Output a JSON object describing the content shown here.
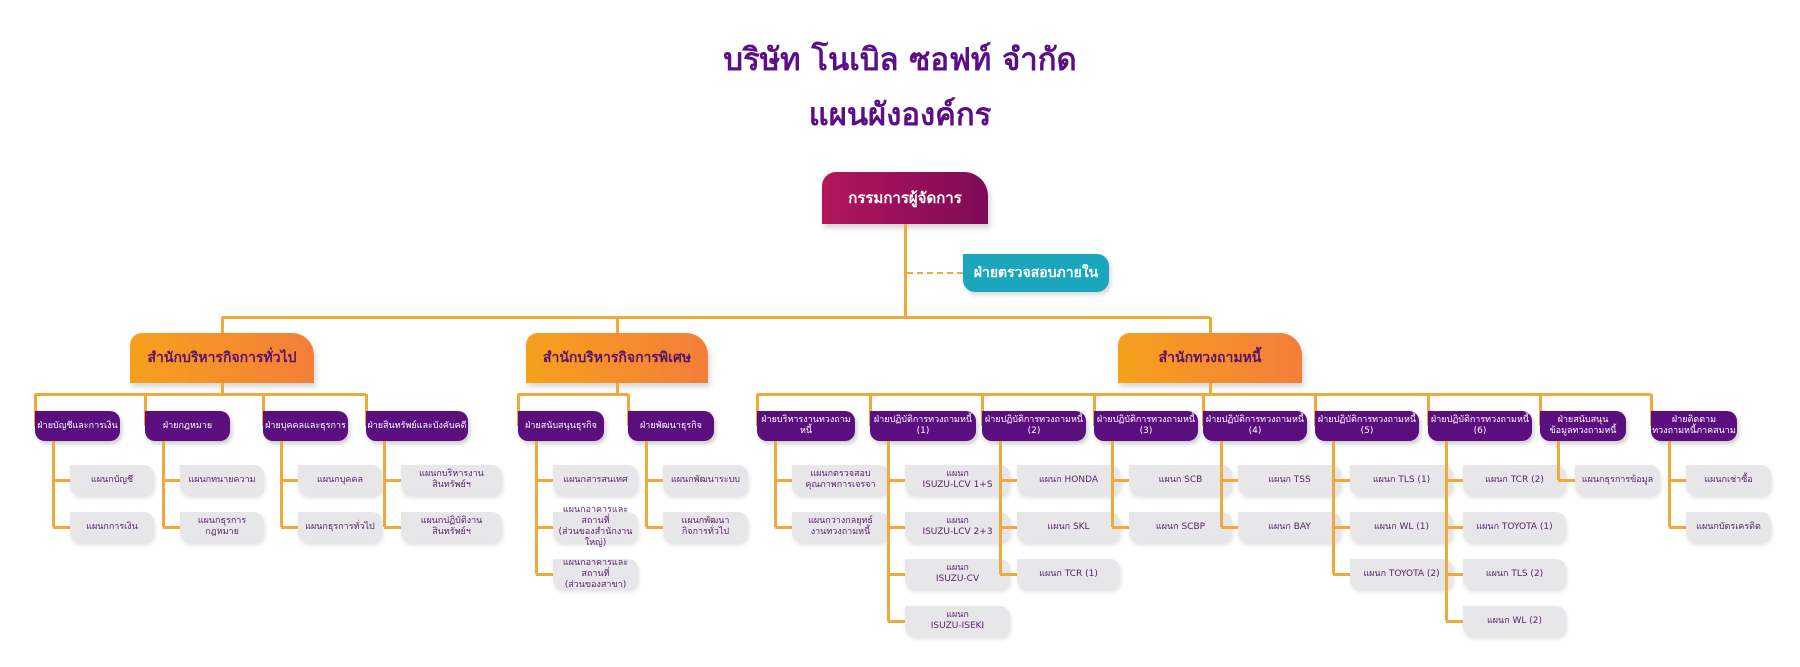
{
  "header": {
    "company": "บริษัท โนเบิล ซอฟท์ จำกัด",
    "subtitle": "แผนผังองค์กร"
  },
  "colors": {
    "line": "#f2a93b",
    "title": "#5a0f86",
    "top": "#a6125d",
    "audit": "#1aa7bd",
    "office": "#f6951f",
    "division": "#5b0e7e",
    "department": "#e7e7e9"
  },
  "org": {
    "top": "กรรมการผู้จัดการ",
    "audit": "ฝ่ายตรวจสอบภายใน",
    "offices": [
      {
        "name": "สำนักบริหารกิจการทั่วไป",
        "divisions": [
          {
            "name": "ฝ่ายบัญชีและการเงิน",
            "departments": [
              "แผนกบัญชี",
              "แผนกการเงิน"
            ]
          },
          {
            "name": "ฝ่ายกฎหมาย",
            "departments": [
              "แผนกทนายความ",
              "แผนกธุรการ\nกฎหมาย"
            ]
          },
          {
            "name": "ฝ่ายบุคคลและธุรการ",
            "departments": [
              "แผนกบุคคล",
              "แผนกธุรการทั่วไป"
            ]
          },
          {
            "name": "ฝ่ายสินทรัพย์และบังคับคดี",
            "departments": [
              "แผนกบริหารงาน\nสินทรัพย์ฯ",
              "แผนกปฏิบัติงาน\nสินทรัพย์ฯ"
            ]
          }
        ]
      },
      {
        "name": "สำนักบริหารกิจการพิเศษ",
        "divisions": [
          {
            "name": "ฝ่ายสนับสนุนธุรกิจ",
            "departments": [
              "แผนกสารสนเทศ",
              "แผนกอาคารและสถานที่\n(ส่วนของสำนักงานใหญ่)",
              "แผนกอาคารและสถานที่\n(ส่วนของสาขา)"
            ]
          },
          {
            "name": "ฝ่ายพัฒนาธุรกิจ",
            "departments": [
              "แผนกพัฒนาระบบ",
              "แผนกพัฒนา\nกิจการทั่วไป"
            ]
          }
        ]
      },
      {
        "name": "สำนักทวงถามหนี้",
        "divisions": [
          {
            "name": "ฝ่ายบริหารงานทวงถามหนี้",
            "departments": [
              "แผนกตรวจสอบ\nคุณภาพการเจรจา",
              "แผนกวางกลยุทธ์\nงานทวงถามหนี้"
            ]
          },
          {
            "name": "ฝ่ายปฏิบัติการทวงถามหนี้ (1)",
            "departments": [
              "แผนก\nISUZU-LCV 1+S",
              "แผนก\nISUZU-LCV 2+3",
              "แผนก\nISUZU-CV",
              "แผนก\nISUZU-ISEKI"
            ]
          },
          {
            "name": "ฝ่ายปฏิบัติการทวงถามหนี้ (2)",
            "departments": [
              "แผนก HONDA",
              "แผนก SKL",
              "แผนก TCR (1)"
            ]
          },
          {
            "name": "ฝ่ายปฏิบัติการทวงถามหนี้ (3)",
            "departments": [
              "แผนก SCB",
              "แผนก SCBP"
            ]
          },
          {
            "name": "ฝ่ายปฏิบัติการทวงถามหนี้ (4)",
            "departments": [
              "แผนก TSS",
              "แผนก BAY"
            ]
          },
          {
            "name": "ฝ่ายปฏิบัติการทวงถามหนี้ (5)",
            "departments": [
              "แผนก TLS (1)",
              "แผนก WL (1)",
              "แผนก TOYOTA (2)"
            ]
          },
          {
            "name": "ฝ่ายปฏิบัติการทวงถามหนี้ (6)",
            "departments": [
              "แผนก TCR (2)",
              "แผนก TOYOTA (1)",
              "แผนก TLS (2)",
              "แผนก WL (2)"
            ]
          },
          {
            "name": "ฝ่ายสนับสนุน\nข้อมูลทวงถามหนี้",
            "departments": [
              "แผนกธุรการข้อมูล"
            ]
          },
          {
            "name": "ฝ่ายติดตาม\nทวงถามหนี้ภาคสนาม",
            "departments": [
              "แผนกเช่าซื้อ",
              "แผนกบัตรเครดิต"
            ]
          }
        ]
      }
    ]
  }
}
